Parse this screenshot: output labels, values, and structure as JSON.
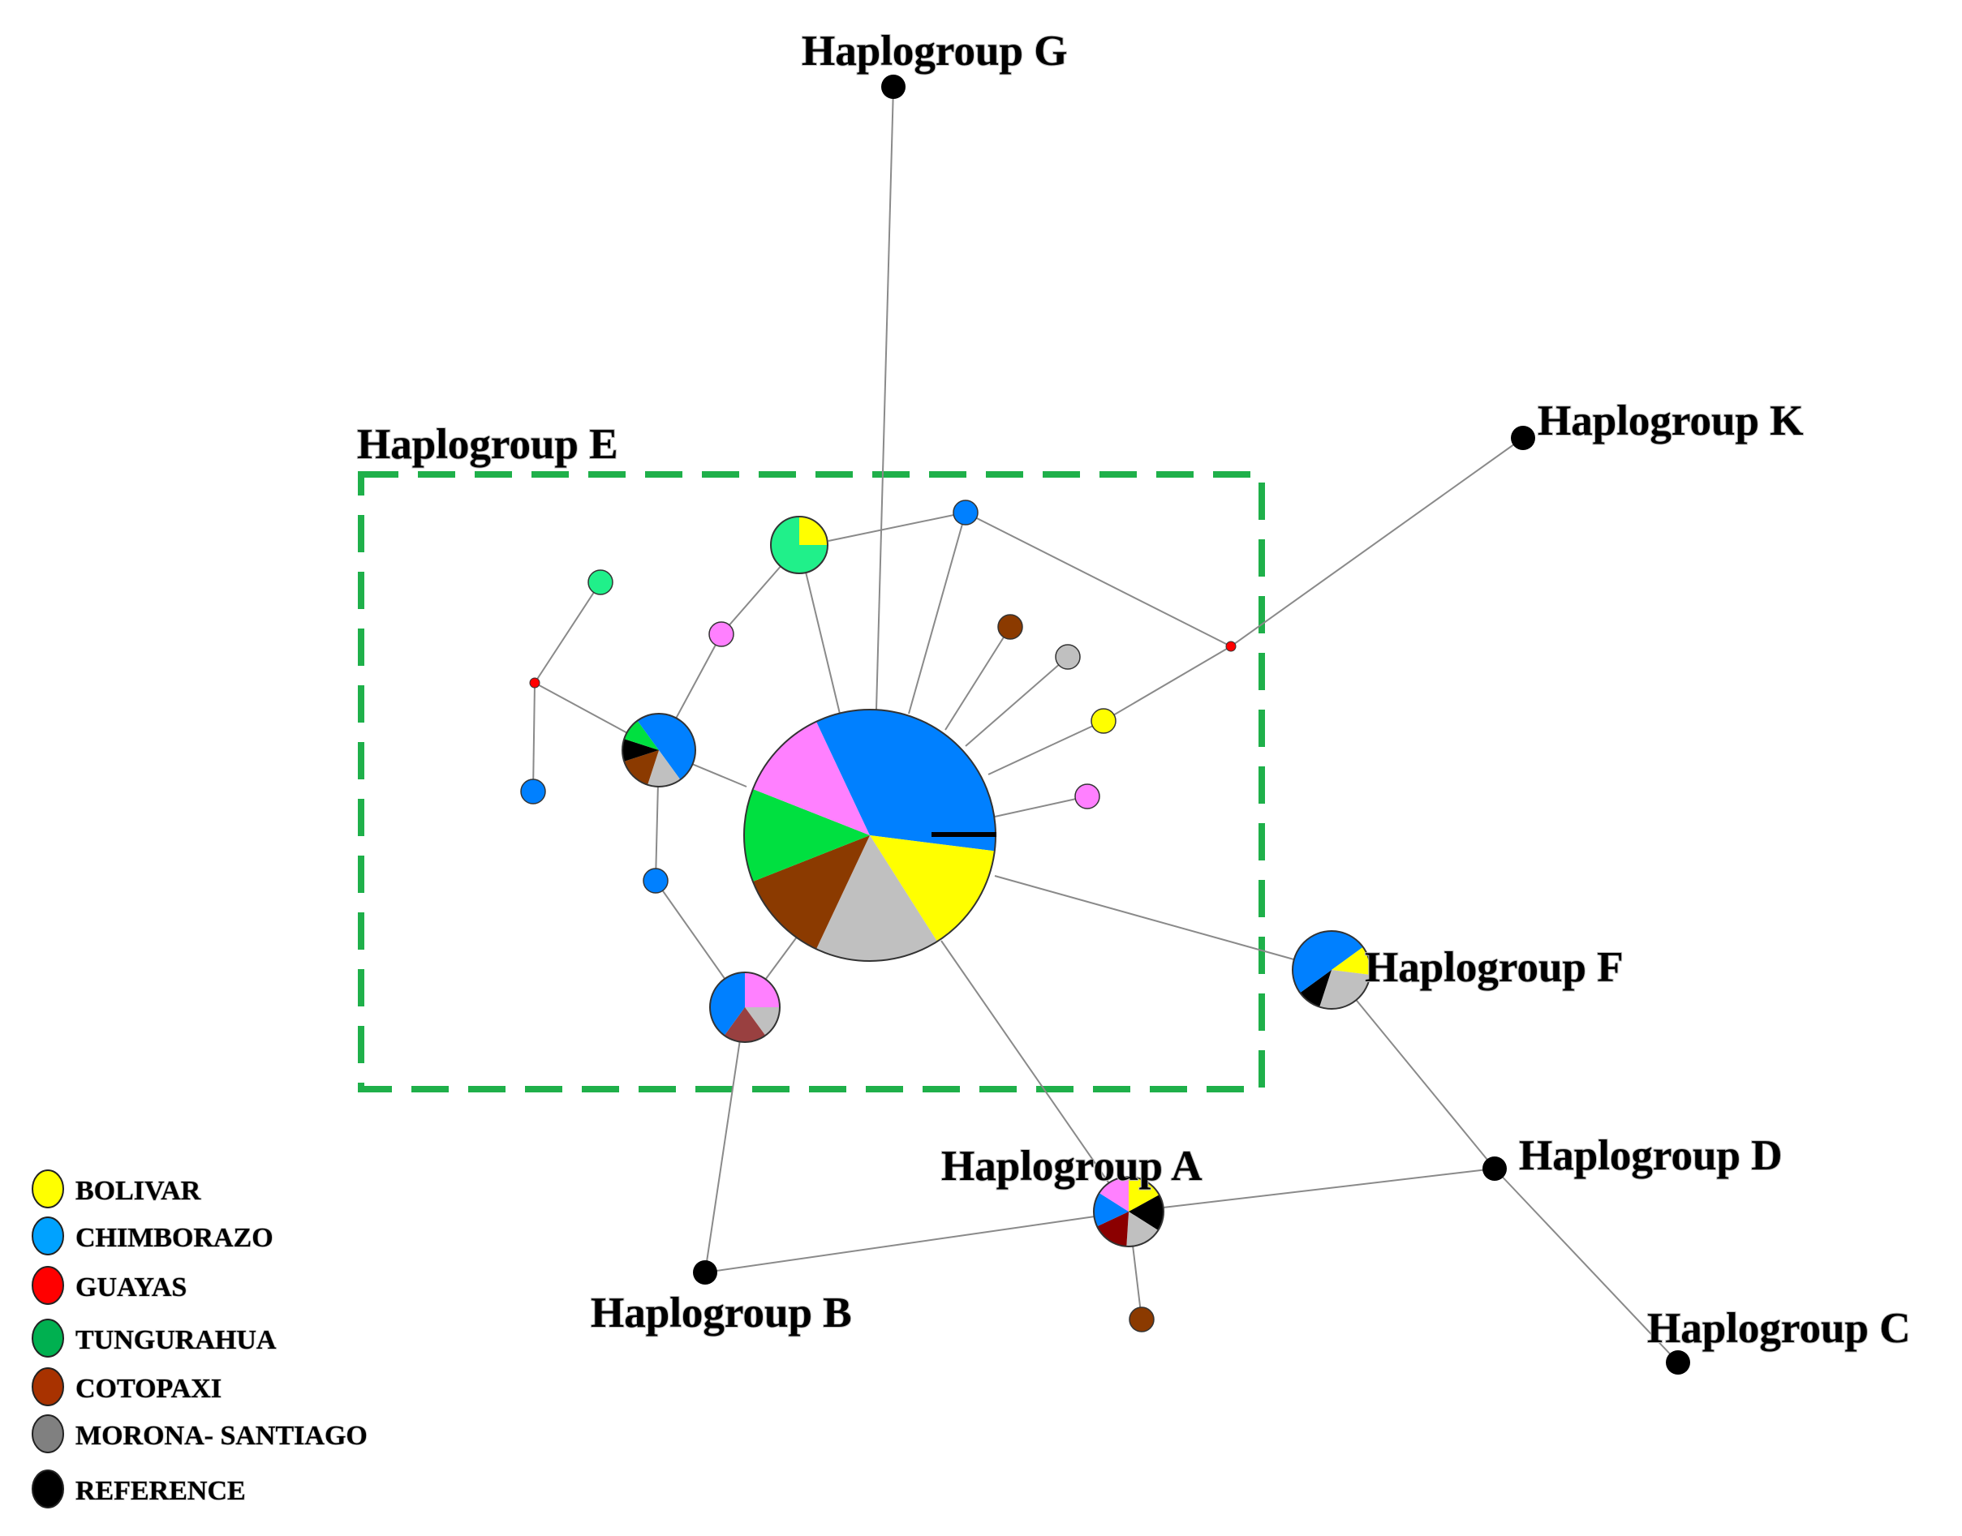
{
  "diagram": {
    "haplogroup_labels": {
      "G": "Haplogroup G",
      "K": "Haplogroup K",
      "E": "Haplogroup E",
      "F": "Haplogroup F",
      "A": "Haplogroup A",
      "D": "Haplogroup D",
      "B": "Haplogroup B",
      "C": "Haplogroup C"
    },
    "colors": {
      "bolivar": "#ffff00",
      "chimborazo": "#0080ff",
      "guayas": "#ff0000",
      "tungurahua": "#00e040",
      "cotopaxi": "#8b3a00",
      "morona_santiago": "#c0c0c0",
      "reference": "#000000",
      "pink": "#ff80ff",
      "mint": "#20f08a",
      "maroon": "#8b0000",
      "rosewood": "#994040",
      "box_dash": "#1fb04a"
    }
  },
  "legend": {
    "items": [
      {
        "label": "BOLIVAR",
        "color": "#ffff00"
      },
      {
        "label": "CHIMBORAZO",
        "color": "#00a2ff"
      },
      {
        "label": "GUAYAS",
        "color": "#ff0000"
      },
      {
        "label": "TUNGURAHUA",
        "color": "#00b050"
      },
      {
        "label": "COTOPAXI",
        "color": "#a83200"
      },
      {
        "label": "MORONA- SANTIAGO",
        "color": "#808080"
      },
      {
        "label": "REFERENCE",
        "color": "#000000"
      }
    ]
  }
}
